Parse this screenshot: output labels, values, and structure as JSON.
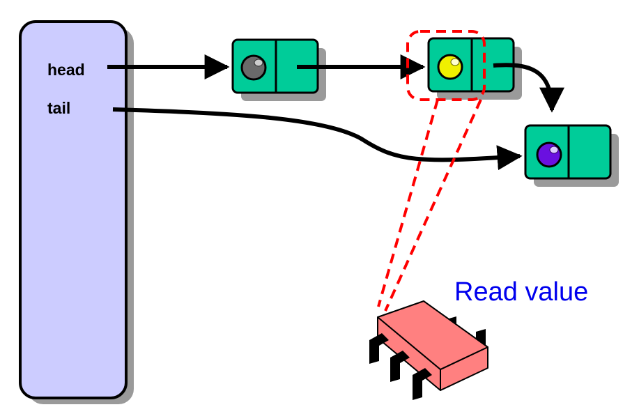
{
  "queue": {
    "head_label": "head",
    "tail_label": "tail"
  },
  "nodes": [
    {
      "value_color": "#6a6a6a"
    },
    {
      "value_color": "#f0f000"
    },
    {
      "value_color": "#6a10e0"
    }
  ],
  "caption": {
    "text": "Read value"
  },
  "colors": {
    "queue_fill": "#ccccff",
    "node_fill": "#00cc99",
    "highlight": "#ff0000",
    "caption": "#0000ee",
    "thread_body": "#ff8080"
  }
}
